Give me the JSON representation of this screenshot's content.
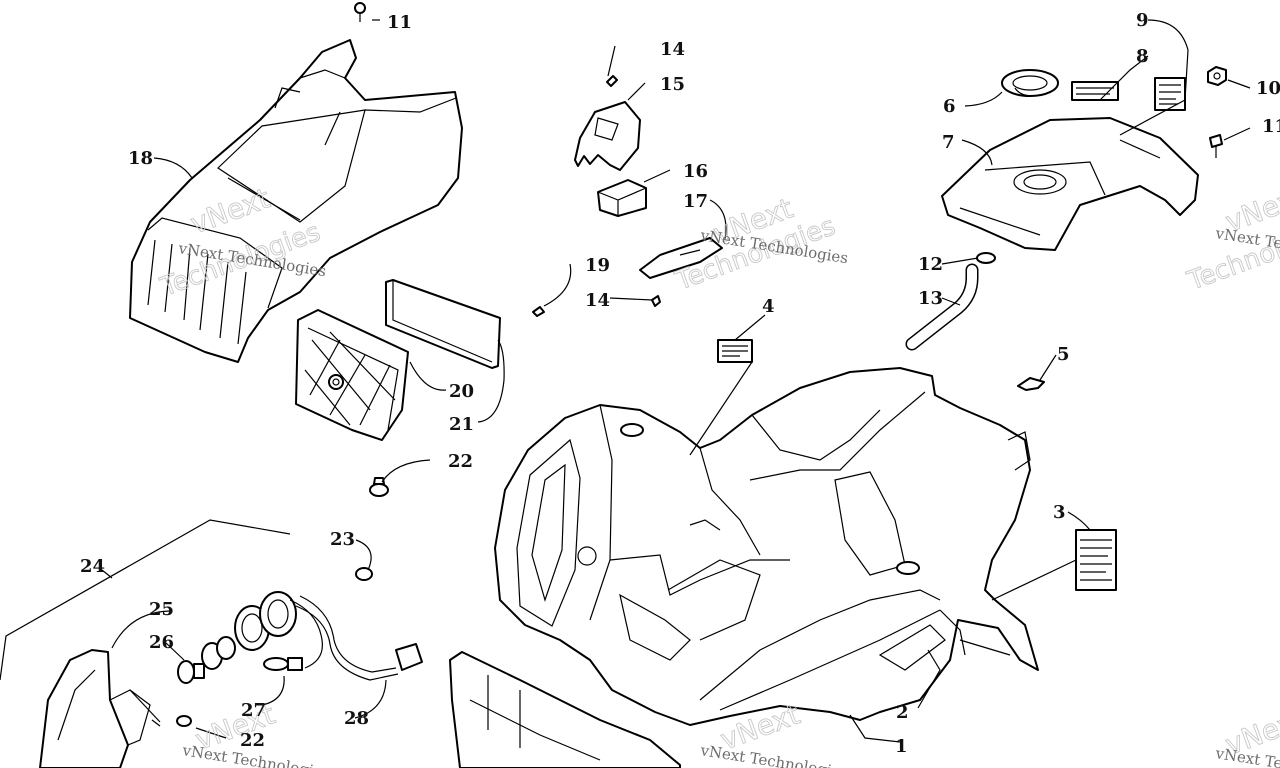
{
  "diagram": {
    "callouts": [
      "1",
      "2",
      "3",
      "4",
      "5",
      "6",
      "7",
      "8",
      "9",
      "10",
      "11",
      "11",
      "12",
      "13",
      "14",
      "14",
      "15",
      "16",
      "17",
      "18",
      "19",
      "20",
      "21",
      "22",
      "22",
      "23",
      "24",
      "25",
      "26",
      "27",
      "28"
    ],
    "watermark": {
      "brand": "vNext",
      "company": "vNext Technologies",
      "company_split": "Technologies"
    }
  }
}
